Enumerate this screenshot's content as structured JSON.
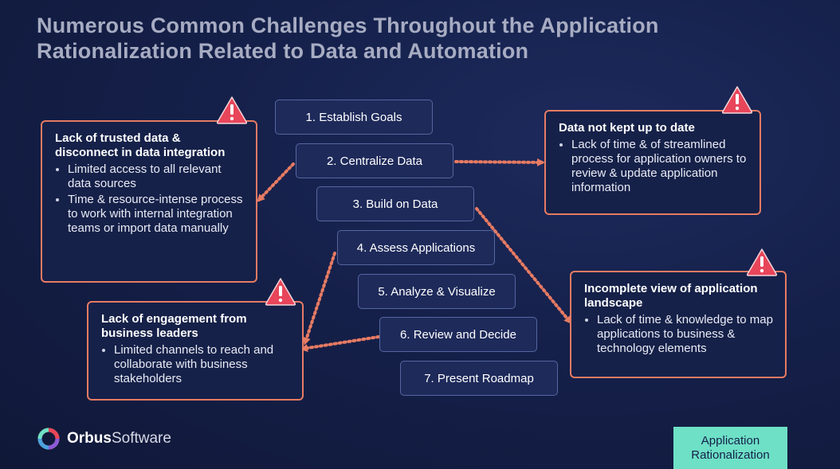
{
  "title_line1": "Numerous Common Challenges Throughout the Application",
  "title_line2": "Rationalization Related to Data and Automation",
  "steps": [
    "1. Establish Goals",
    "2. Centralize Data",
    "3. Build on Data",
    "4. Assess Applications",
    "5. Analyze & Visualize",
    "6. Review and Decide",
    "7. Present Roadmap"
  ],
  "challenges": [
    {
      "title": "Lack of trusted data & disconnect in data integration",
      "bullets": [
        "Limited access to all relevant data sources",
        "Time & resource-intense process to work with internal integration teams or import data manually"
      ]
    },
    {
      "title": "Data not kept up to date",
      "bullets": [
        "Lack of time & of streamlined process for application owners to review & update application information"
      ]
    },
    {
      "title": "Incomplete view of application landscape",
      "bullets": [
        "Lack of time & knowledge to map applications to business & technology elements"
      ]
    },
    {
      "title": "Lack of engagement from business leaders",
      "bullets": [
        "Limited channels to reach and collaborate with business stakeholders"
      ]
    }
  ],
  "logo": {
    "part1": "Orbus",
    "part2": "Software"
  },
  "tag": {
    "line1": "Application",
    "line2": "Rationalization"
  },
  "colors": {
    "accent": "#e77b63",
    "warning": "#e8455a",
    "tag": "#6ee0c6",
    "background": "#15204a"
  }
}
